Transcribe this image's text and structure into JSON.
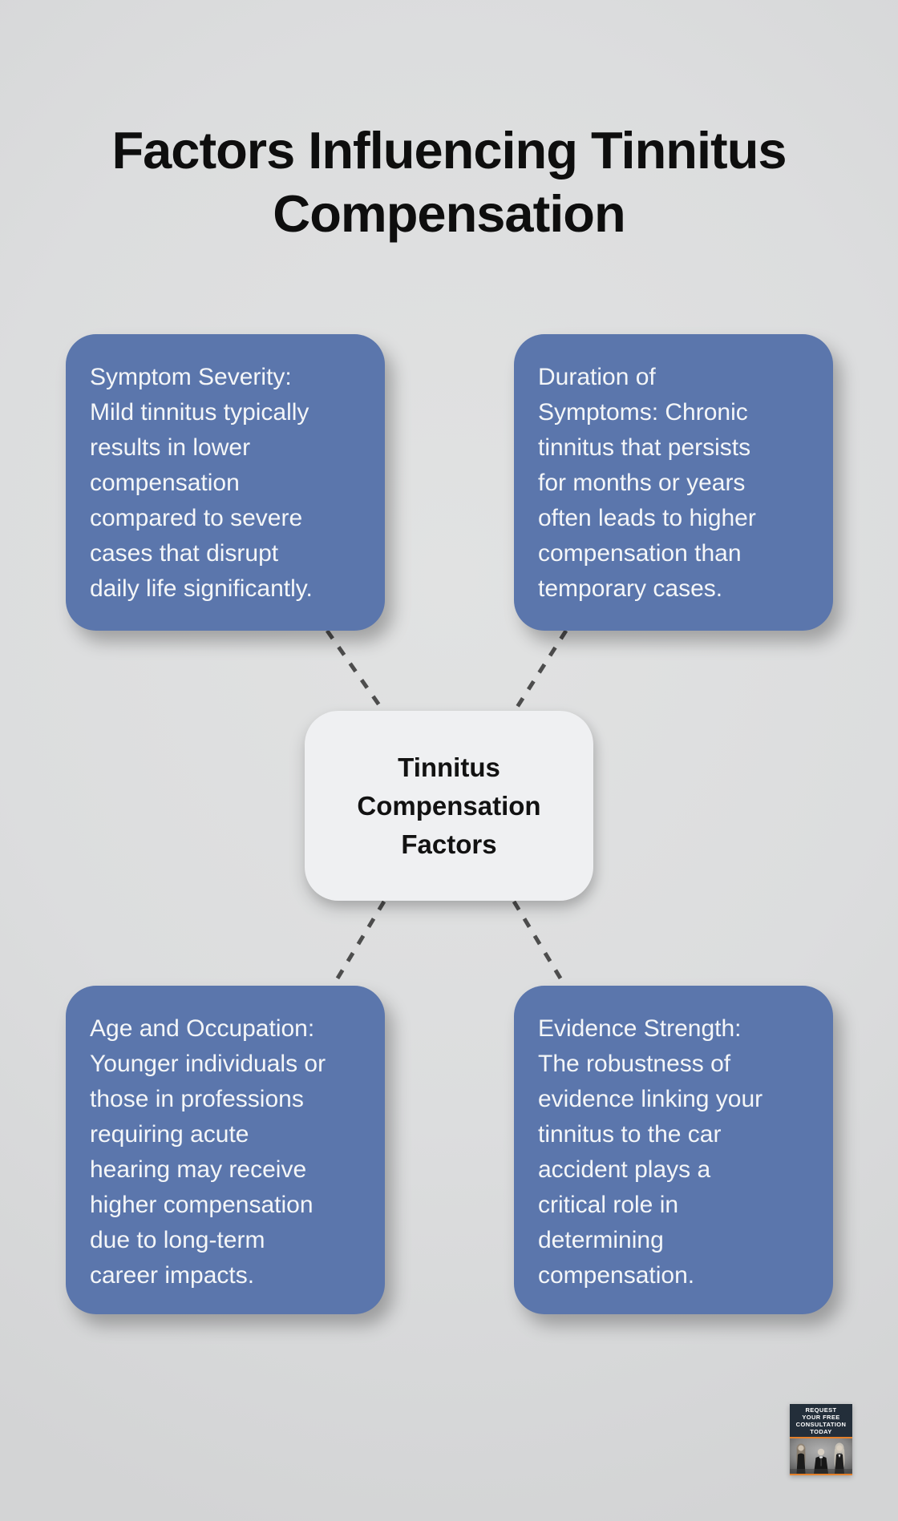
{
  "page": {
    "title": "Factors Influencing Tinnitus\nCompensation"
  },
  "center_node": {
    "label": "Tinnitus\nCompensation\nFactors"
  },
  "factors": {
    "top_left": "Symptom Severity:\nMild tinnitus typically\nresults in lower\ncompensation\ncompared to severe\ncases that disrupt\ndaily life significantly.",
    "top_right": "Duration of\nSymptoms: Chronic\ntinnitus that persists\nfor months or years\noften leads to higher\ncompensation than\ntemporary cases.",
    "bottom_left": "Age and Occupation:\nYounger individuals or\nthose in professions\nrequiring acute\nhearing may receive\nhigher compensation\ndue to long-term\ncareer impacts.",
    "bottom_right": "Evidence Strength:\nThe robustness of\nevidence linking your\ntinnitus to the car\naccident plays a\ncritical role in\ndetermining\ncompensation."
  },
  "badge": {
    "text": "REQUEST\nYOUR FREE\nCONSULTATION\nTODAY",
    "photo_icon": "three-people-photo-icon"
  },
  "colors": {
    "background": "#dcddde",
    "card_blue": "#5b76ac",
    "card_text": "#f4f6f8",
    "node_bg": "#eff0f2",
    "node_text": "#121212",
    "title_text": "#0e0e0e",
    "connector_gray": "#4d4d4d",
    "badge_bg": "#232e3a",
    "badge_accent_orange": "#e4812c"
  }
}
